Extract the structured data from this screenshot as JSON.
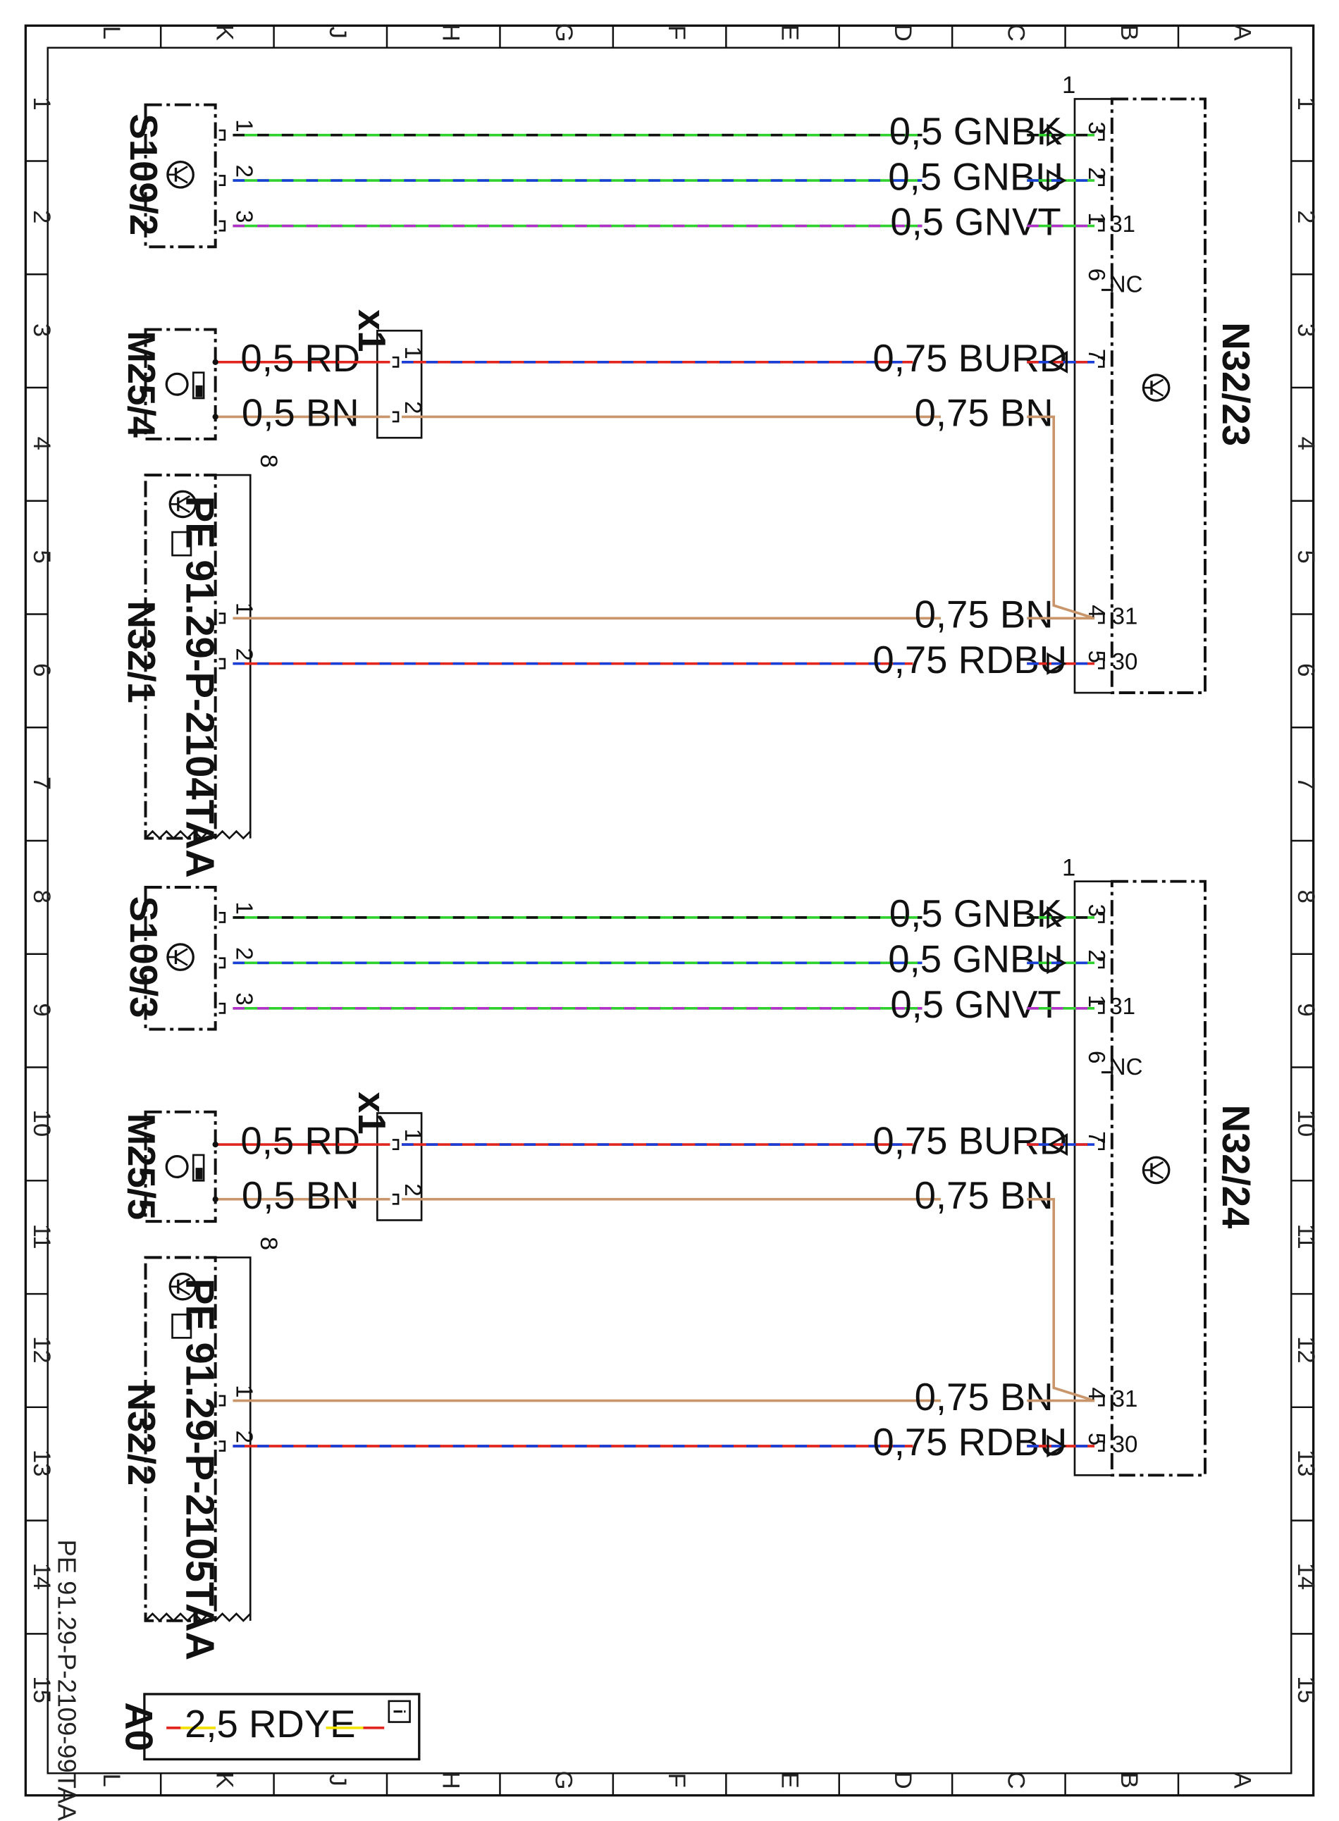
{
  "frame": {
    "columns": [
      "L",
      "K",
      "J",
      "H",
      "G",
      "F",
      "E",
      "D",
      "C",
      "B",
      "A"
    ],
    "rows": [
      "1",
      "2",
      "3",
      "4",
      "5",
      "6",
      "7",
      "8",
      "9",
      "10",
      "11",
      "12",
      "13",
      "14",
      "15"
    ]
  },
  "document_number": "PE 91.29-P-2109-99TAA",
  "colors": {
    "GN": "#2fd12f",
    "BK": "#111111",
    "BU": "#1a3fd6",
    "VT": "#b030c8",
    "RD": "#e0261f",
    "BN": "#c9956a",
    "YE": "#f2e400"
  },
  "sections": [
    {
      "switch": {
        "label": "S109/2"
      },
      "motor": {
        "label": "M25/4"
      },
      "connector_label": "x1",
      "connector_pins": [
        "1",
        "2"
      ],
      "module": {
        "label": "N32/23"
      },
      "seat_unit": {
        "label": "N32/1",
        "ref": "PE 91.29-P-2104TAA",
        "top_pin": "8"
      },
      "wires": [
        {
          "from_pin": "1",
          "label": "0,5 GNBK",
          "to_pin": "3",
          "terminal": ""
        },
        {
          "from_pin": "2",
          "label": "0,5 GNBU",
          "to_pin": "2",
          "terminal": ""
        },
        {
          "from_pin": "3",
          "label": "0,5 GNVT",
          "to_pin": "1",
          "terminal": "31"
        }
      ],
      "nc": {
        "pin": "6",
        "label": "NC"
      },
      "motor_wires": [
        {
          "left": "0,5 RD",
          "right": "0,75 BURD",
          "to_pin": "7"
        },
        {
          "left": "0,5 BN",
          "right": "0,75 BN"
        }
      ],
      "seat_wires": [
        {
          "from_pin": "1",
          "label": "0,75 BN",
          "to_pin": "4",
          "terminal": "31"
        },
        {
          "from_pin": "2",
          "label": "0,75 RDBU",
          "to_pin": "5",
          "terminal": "30"
        }
      ],
      "module_top_pin": "1"
    },
    {
      "switch": {
        "label": "S109/3"
      },
      "motor": {
        "label": "M25/5"
      },
      "connector_label": "x1",
      "connector_pins": [
        "1",
        "2"
      ],
      "module": {
        "label": "N32/24"
      },
      "seat_unit": {
        "label": "N32/2",
        "ref": "PE 91.29-P-2105TAA",
        "top_pin": "8"
      },
      "wires": [
        {
          "from_pin": "1",
          "label": "0,5 GNBK",
          "to_pin": "3",
          "terminal": ""
        },
        {
          "from_pin": "2",
          "label": "0,5 GNBU",
          "to_pin": "2",
          "terminal": ""
        },
        {
          "from_pin": "3",
          "label": "0,5 GNVT",
          "to_pin": "1",
          "terminal": "31"
        }
      ],
      "nc": {
        "pin": "6",
        "label": "NC"
      },
      "motor_wires": [
        {
          "left": "0,5 RD",
          "right": "0,75 BURD",
          "to_pin": "7"
        },
        {
          "left": "0,5 BN",
          "right": "0,75 BN"
        }
      ],
      "seat_wires": [
        {
          "from_pin": "1",
          "label": "0,75 BN",
          "to_pin": "4",
          "terminal": "31"
        },
        {
          "from_pin": "2",
          "label": "0,75 RDBU",
          "to_pin": "5",
          "terminal": "30"
        }
      ],
      "module_top_pin": "1"
    }
  ],
  "legend": {
    "label": "A0",
    "wire": "2,5 RDYE",
    "icon": "info-icon"
  }
}
